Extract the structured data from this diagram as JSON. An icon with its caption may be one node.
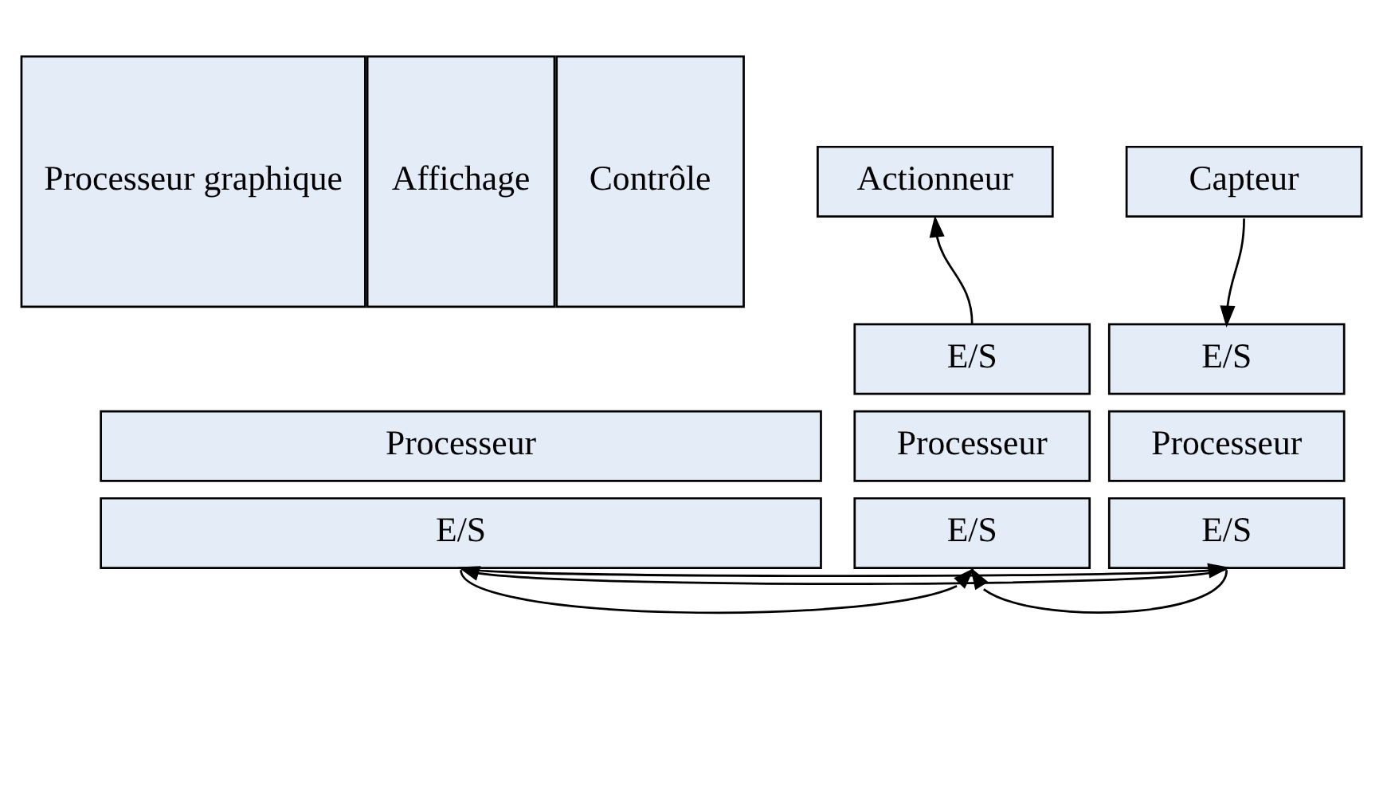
{
  "diagram": {
    "nodes": [
      {
        "text": [
          "Processeur graphique"
        ]
      },
      {
        "text": [
          "Affichage"
        ]
      },
      {
        "text": [
          "Contrôle"
        ]
      },
      {
        "text": [
          "Processeur"
        ]
      },
      {
        "text": [
          "E/S"
        ]
      },
      {
        "text": [
          "Actionneur"
        ]
      },
      {
        "text": [
          "E/S"
        ]
      },
      {
        "text": [
          "Processeur"
        ]
      },
      {
        "text": [
          "E/S"
        ]
      },
      {
        "text": [
          "Capteur"
        ]
      },
      {
        "text": [
          "E/S"
        ]
      },
      {
        "text": [
          "Processeur"
        ]
      },
      {
        "text": [
          "E/S"
        ]
      }
    ],
    "edges": [
      {
        "from": 6,
        "to": 5,
        "arrow": "to"
      },
      {
        "from": 9,
        "to": 10,
        "arrow": "to"
      },
      {
        "from": 4,
        "to": 8,
        "arrow": "to"
      },
      {
        "from": 12,
        "to": 8,
        "arrow": "to"
      },
      {
        "from": 4,
        "to": 12,
        "arrow": "to"
      },
      {
        "from": 12,
        "to": 4,
        "arrow": "to"
      }
    ]
  }
}
